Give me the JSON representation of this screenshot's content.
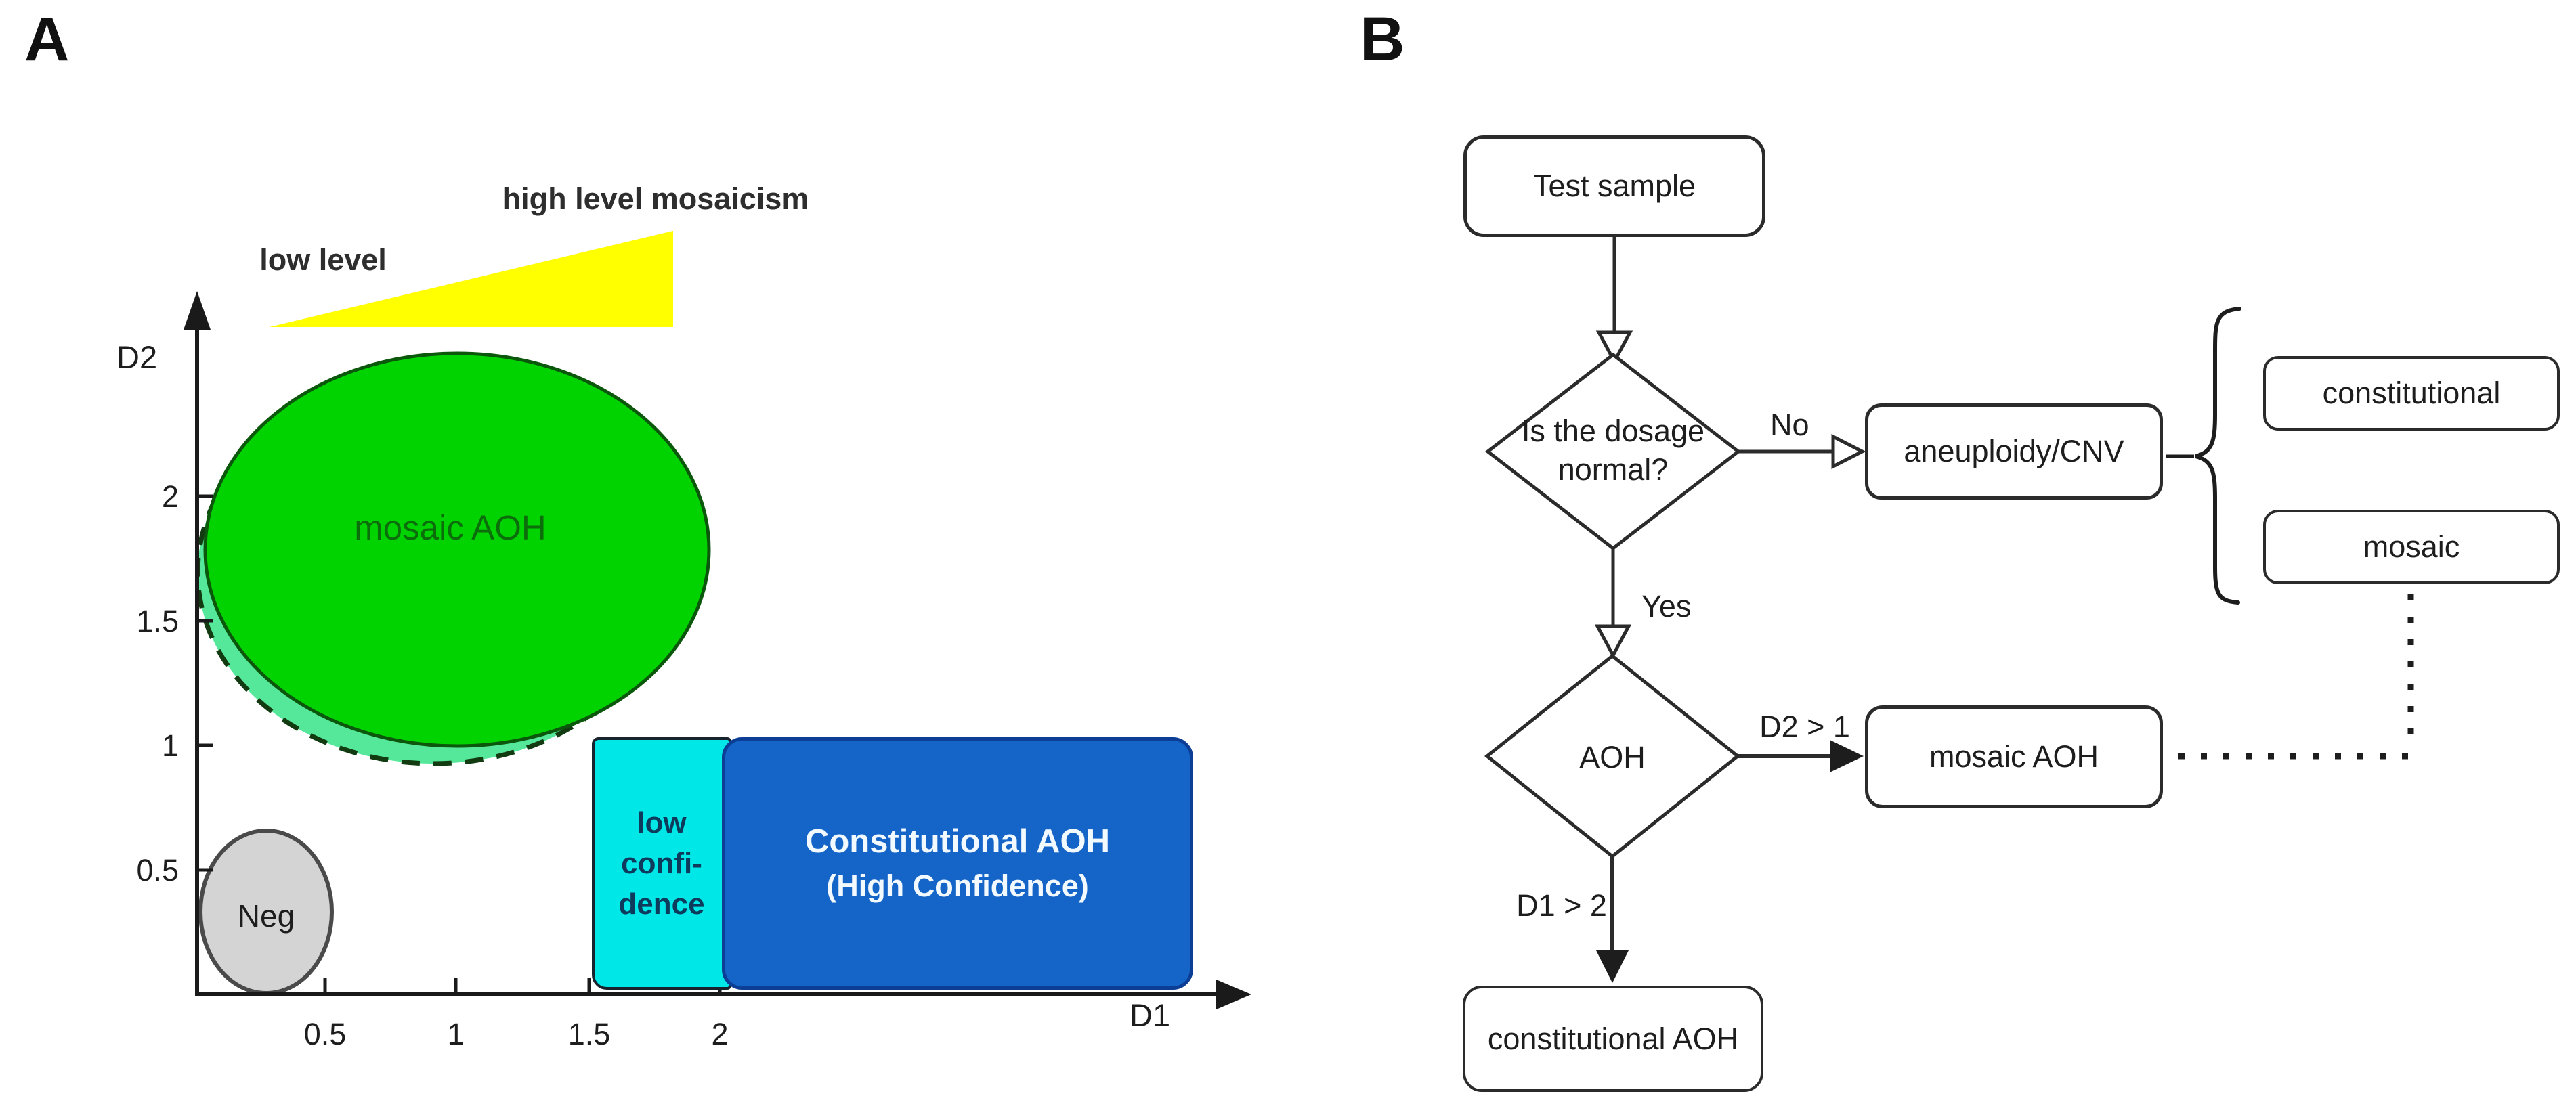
{
  "figure": {
    "panel_a": {
      "label": "A",
      "gradient": {
        "low_label": "low level",
        "high_label": "high level mosaicism",
        "color": "#FFFF00"
      },
      "axes": {
        "x_label": "D1",
        "y_label": "D2",
        "x_ticks": [
          "0.5",
          "1",
          "1.5",
          "2"
        ],
        "y_ticks": [
          "2",
          "1.5",
          "1",
          "0.5"
        ]
      },
      "regions": {
        "mosaic_aoh": {
          "label": "mosaic AOH",
          "fill": "#00D300",
          "text_color": "#0B6E0B"
        },
        "mosaic_low_level": {
          "fill": "#55E89A",
          "border": "dashed black"
        },
        "negative": {
          "label": "Neg",
          "fill": "#D4D4D4"
        },
        "low_confidence": {
          "lines": [
            "low",
            "confi-",
            "dence"
          ],
          "fill": "#00E7E7",
          "text_color": "#0E3A5C"
        },
        "constitutional": {
          "line1": "Constitutional AOH",
          "line2": "(High Confidence)",
          "fill": "#1565C8",
          "text_color": "#F2F9FF"
        }
      }
    },
    "panel_b": {
      "label": "B",
      "nodes": {
        "test_sample": "Test sample",
        "dosage_question_line1": "Is the dosage",
        "dosage_question_line2": "normal?",
        "aneuploidy_cnv": "aneuploidy/CNV",
        "constitutional": "constitutional",
        "mosaic": "mosaic",
        "aoh": "AOH",
        "mosaic_aoh": "mosaic AOH",
        "constitutional_aoh": "constitutional AOH"
      },
      "edges": {
        "no": "No",
        "yes": "Yes",
        "d2_gt_1": "D2 > 1",
        "d1_gt_2": "D1 > 2"
      }
    }
  }
}
